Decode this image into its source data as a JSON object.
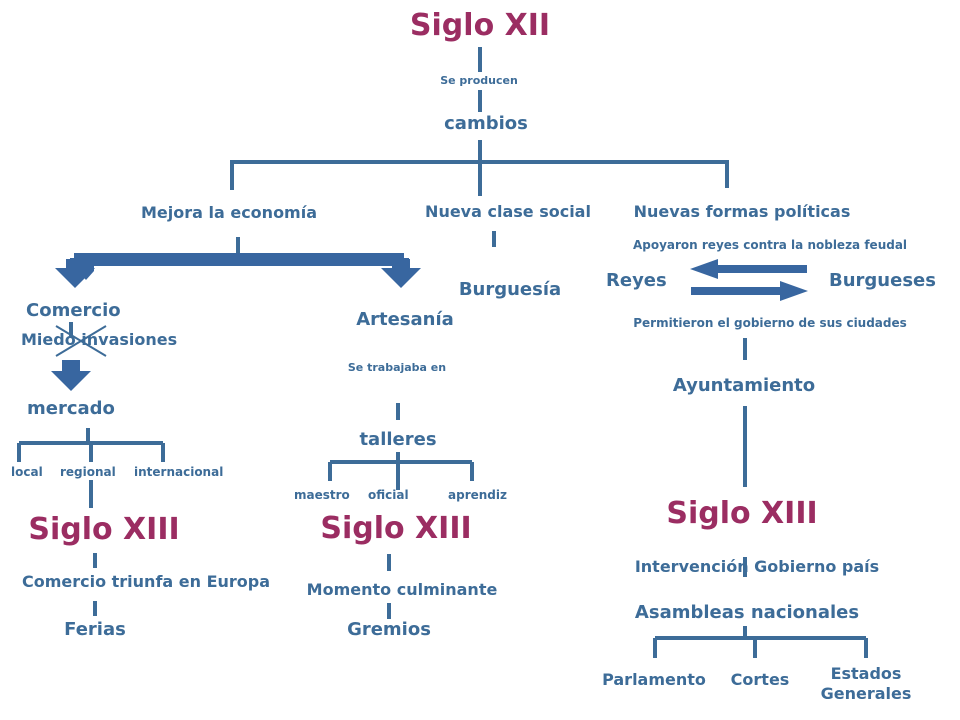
{
  "diagram": {
    "title_top": "Siglo XII",
    "produce_label": "Se producen",
    "changes": "cambios",
    "branches": {
      "economy": "Mejora la economía",
      "social": "Nueva clase social",
      "political": "Nuevas formas políticas"
    },
    "commerce": {
      "label": "Comercio",
      "crossed_out": "Miedo invasiones",
      "market": "mercado",
      "market_types": [
        "local",
        "regional",
        "internacional"
      ],
      "century": "Siglo XIII",
      "result": "Comercio triunfa en Europa",
      "outcome": "Ferias"
    },
    "craft": {
      "label": "Artesanía",
      "worked_in": "Se trabajaba en",
      "workshops": "talleres",
      "roles": [
        "maestro",
        "oficial",
        "aprendiz"
      ],
      "century": "Siglo XIII",
      "moment": "Momento culminante",
      "outcome": "Gremios"
    },
    "social": {
      "result": "Burguesía"
    },
    "politics": {
      "support_label": "Apoyaron reyes contra la nobleza feudal",
      "kings": "Reyes",
      "burghers": "Burgueses",
      "permit_label": "Permitieron el gobierno de sus ciudades",
      "council": "Ayuntamiento",
      "century": "Siglo XIII",
      "intervention": "Intervención Gobierno país",
      "assemblies": "Asambleas nacionales",
      "assembly_types": [
        "Parlamento",
        "Cortes",
        "Estados Generales"
      ]
    },
    "colors": {
      "line": "#3d6c98",
      "arrow": "#3866a0",
      "title": "#9b2d62",
      "text": "#3d6c98"
    }
  }
}
